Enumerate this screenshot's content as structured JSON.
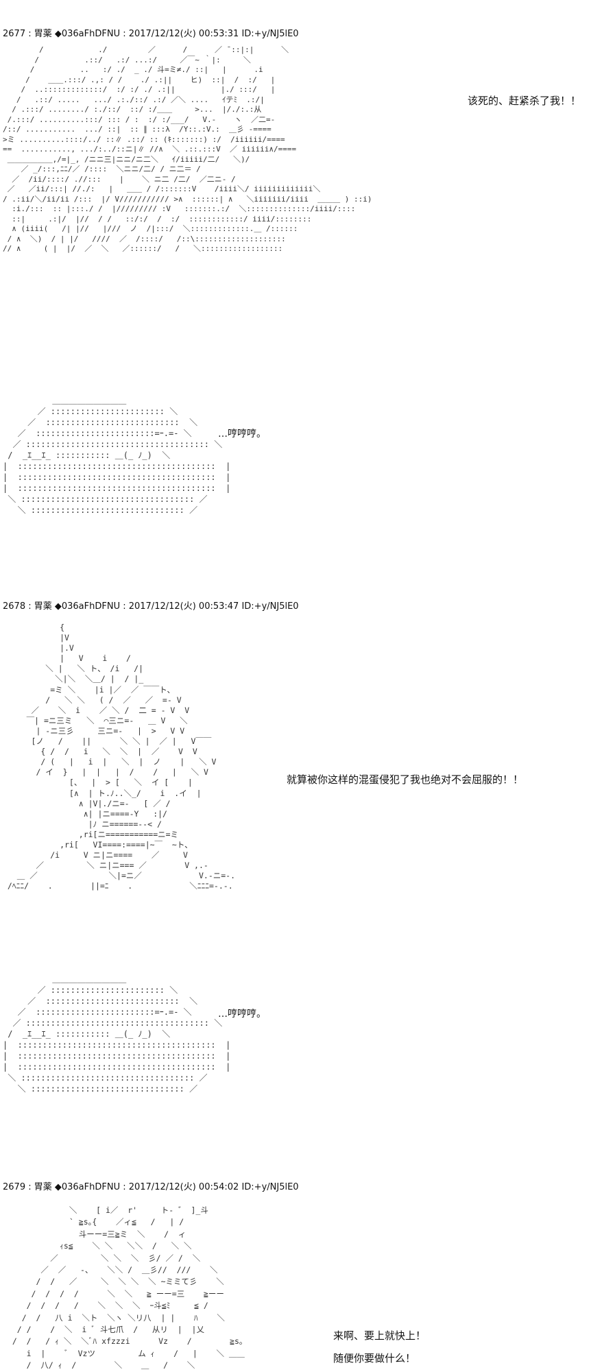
{
  "posts": [
    {
      "header": "2677 : 胃薬 ◆036aFhDFNU : 2017/12/12(火) 00:53:31 ID:+y/NJ5lE0",
      "art": "        /            ./         ／      /      ／ ̄ ::|:|      ＼\n       /          .::/   .:/ ...:/     ／￣~ ｀|:     ＼\n      /          ..   :/ ./  _ ./ 斗=ミ≠./ ::|   |      .i\n     /    ＿＿.:::/ .,: / /    ./ .:||    ヒ)  ::|  /  :/   |\n    /  ..:::::::::::::/  :/ :/ ./ .:||          |./ :::/   |\n   /   .::/ .....   .../ .:./::/ .:/ ／＼ ....   ｲテﾐ  .:/|\n  / .:::/ ......../ :./::/  ::/ :/＿＿     >...  |/./:.:从\n /.:::/ ..........:::/ ::: / :  :/ :/___/   V.-    ヽ  ／二=-\n/::/ ...........  .../ ::|  :: ∥ :::λ  /Y::.:V.:  ＿彡 -====\n>ミ ..........::::/../ ::∥ .::/ :: (ｷ:::::::) :/  /iiiiii/====\n==  ..........., .../:../::ニ|∥ //∧  ＼ .::.:::V  ／ iiiiii∧/====\n ＿＿＿＿＿＿,/=|_, /ニニ三|ニニ/ニ二＼   ｲ/iiiii/二/   ＼)/\n    ／ _/:::,ﾆﾆ/／ /::::  ＼ニニ/二/ / ニ二＝ /\n  ／  /ii/::::/ .//:::    |    ＼ ニ二 /二/  ／二ニ- /\n ／   ／ii/:::| //./:   |   ＿＿ / /:::::::V    /iiii＼/ iiiiiiiiiiiii＼\n/ .:ii/＼/ii/ii /:::  |/ V/////////// >∧  ::::::| ∧   ＼iiiiiii/iiii  ＿＿＿ ) ::i)\n  :i./:::  :: |:::./ /  |///////// :V   :::::::.:/  ＼::::::::::::::/iiii/::::\n  ::|     .:|/  |//  / /   ::/:/  /  :/  ::::::::::::/ iiii/::::::::\n  ∧ (iiii(   /| |//   |///  ノ  /|:::/  ＼:::::::::::::.＿ /::::::\n / ∧  ＼)  / | |/   ////  ／  /::::/   /::\\::::::::::::::::::::\n// ∧     ( |  |/  ／  ＼   ／::::::/   /   ＼::::::::::::::::::",
      "dialog": "该死的、赶紧杀了我！！"
    },
    {
      "art": "          ＿＿＿＿＿＿＿＿＿\n       ／ ::::::::::::::::::::::: ＼\n     ／  :::::::::::::::::::::::::::  ＼\n   ／  ::::::::::::::::::::::::=ｰ.=- ＼\n  ／ ::::::::::::::::::::::::::::::::::::: ＼\n /  _ｴ__ｴ_ ::::::::::: ＿(_ ﾉ_)  ＼\n|  ::::::::::::::::::::::::::::::::::::::::  |\n|  ::::::::::::::::::::::::::::::::::::::::  |\n|  ::::::::::::::::::::::::::::::::::::::::  |\n ＼ ::::::::::::::::::::::::::::::::::: ／\n   ＼ ::::::::::::::::::::::::::::::: ／",
      "dialog": "…哼哼哼。"
    },
    {
      "header": "2678 : 胃薬 ◆036aFhDFNU : 2017/12/12(火) 00:53:47 ID:+y/NJ5lE0",
      "art": "            {\n            |V\n            |.V\n            |   V    i    /\n         ＼ |   ＼ ト、 /i   /|\n           ＼|＼  ＼＿/ |  / |_\n          =ミ ＼    |i |／  ／ ￣￣ト、\n         /   ＼ ＼   ( /  ／   ／  =- V\n      ／    ＼  i    ／ ＼ /  二 = - V  V\n     ￣| =ニ三ミ   ＼  ⌒三ニ=-   ＿ V   ＼\n       | -ニ三彡     三ニ=-   |  >   V V\n      [ノ   /    ||      ＼ ＼ |  ／ |   V￣￣\n        { /  /   i   ＼  ＼  |  ／    V  V\n        / (   |   i  |   ＼  |  ノ    |   ＼ V\n       / イ  }   |  |   |  /    /   |   ＼ V\n              [、  |  > [   ＼  イ [    |\n              [∧  | ト.ﾉ..＼_/    i  .イ  |\n                ∧ |V|./ニ=-   [ ／ /\n                 ∧| |ニ====-Y   :|/\n                  |ﾉ ニ======--< /\n                ,ri[ニ===========ニ=ミ\n            ,ri[   VI====:====|~￣  ~ト、\n          /i     V ニ|ニ====    ／     V\n       ／         ＼ ニ|ニ=== ／        V ,.-\n   ＿ ／               ＼|=ニ／            V.-ニ=-.\n /ﾍﾆﾆ/    .        ||=ﾆ    .            ＼ﾆﾆﾆ=-.-.",
      "dialog": "就算被你这样的混蛋侵犯了我也绝对不会屈服的！！"
    },
    {
      "art": "          ＿＿＿＿＿＿＿＿＿\n       ／ ::::::::::::::::::::::: ＼\n     ／  :::::::::::::::::::::::::::  ＼\n   ／  ::::::::::::::::::::::::=ｰ.=- ＼\n  ／ ::::::::::::::::::::::::::::::::::::: ＼\n /  _ｴ__ｴ_ ::::::::::: ＿(_ ﾉ_)  ＼\n|  ::::::::::::::::::::::::::::::::::::::::  |\n|  ::::::::::::::::::::::::::::::::::::::::  |\n|  ::::::::::::::::::::::::::::::::::::::::  |\n ＼ ::::::::::::::::::::::::::::::::::: ／\n   ＼ ::::::::::::::::::::::::::::::: ／",
      "dialog": "…哼哼哼。"
    },
    {
      "header": "2679 : 胃薬 ◆036aFhDFNU : 2017/12/12(火) 00:54:02 ID:+y/NJ5lE0",
      "art": "              ＼    [ i／  r'     ト- ゛ ]_斗\n              ` ≧s｡{    ／ィ≦   /   | /\n                斗ーー=三≧ミ  ＼    /  ィ\n            ｨs≦    ＼ ＼   ＼＼  /   ＼ ＼\n          ／         ＼ ＼  ＼  彡/ ／ /  ＼\n        ／  ／   -、   ＼＼ /  ＿彡//  ///    ＼ \n       /  /   ／     ＼  ＼ ＼  ＼ ~ミミて彡    ＼\n      /  /  /  /      ＼  ＼   ≧ ーー=三    ≧ーー\n     /  /  /   /    ＼  ＼  ＼  ｰ斗≦ﾐ     ≦ /\n    /  /   八 i  ＼ト  ＼ヽ ＼リ八  | |    ﾊ    ＼\n   / /    /  ＼  i ﾞ 斗七爪  /   从リ  |  |乂\n  /  /   / ｨ ＼  ＼ﾞﾊ xfzzzi      Vz    /        ≧s｡\n     i  |    ﾞ  Vzツ         ム ｨ    /   |    ＼ ＿＿\n     /  八/ ｨ  /        ＼    ＿   /    ＼      ",
      "dialog1": "来啊、要上就快上！",
      "dialog2": "随便你要做什么！"
    }
  ]
}
